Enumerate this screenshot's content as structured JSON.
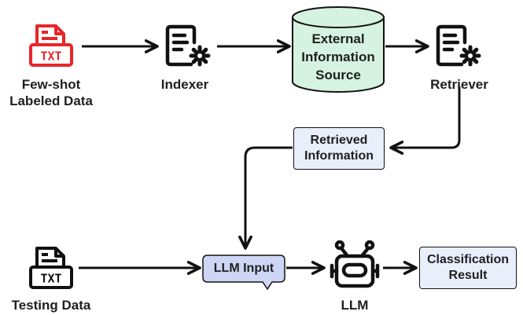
{
  "nodes": {
    "few_shot": {
      "label": "Few-shot\nLabeled Data",
      "icon": "txt-file-icon",
      "color": "#e8262a"
    },
    "indexer": {
      "label": "Indexer",
      "icon": "document-gear-icon"
    },
    "external": {
      "label": "External\nInformation\nSource",
      "icon": "database-cylinder",
      "color": "#d6f2e0"
    },
    "retriever": {
      "label": "Retriever",
      "icon": "document-gear-icon"
    },
    "retrieved": {
      "label": "Retrieved\nInformation",
      "color": "#e9eefb"
    },
    "testing": {
      "label": "Testing Data",
      "icon": "txt-file-icon"
    },
    "llm_input": {
      "label": "LLM Input",
      "color": "#cdd6f4"
    },
    "llm": {
      "label": "LLM",
      "icon": "robot-icon"
    },
    "classification": {
      "label": "Classification\nResult",
      "color": "#e9eefb"
    }
  },
  "colors": {
    "ink": "#111111",
    "accent_red": "#e8262a"
  }
}
